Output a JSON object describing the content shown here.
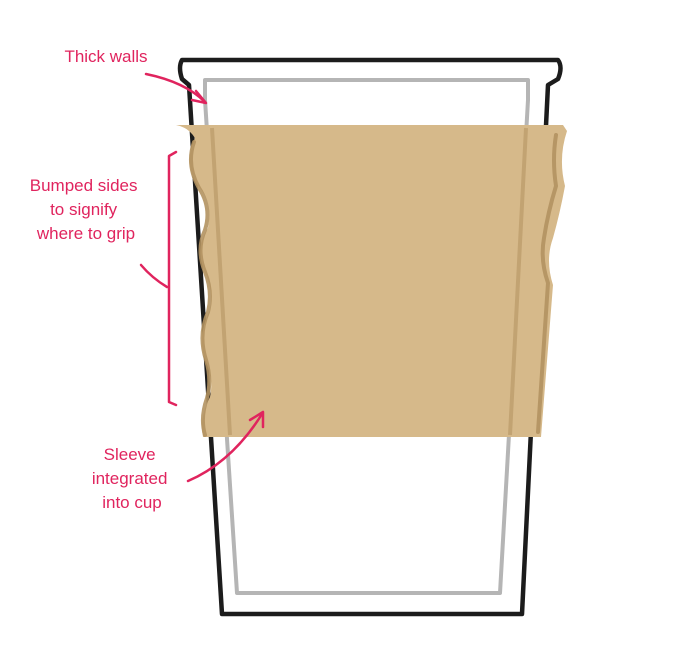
{
  "annotations": {
    "thick_walls": "Thick walls",
    "bumped_sides": [
      "Bumped sides",
      "to signify",
      "where to grip"
    ],
    "sleeve_integrated": [
      "Sleeve",
      "integrated",
      "into cup"
    ]
  },
  "colors": {
    "annotation": "#e0245e",
    "cup_outline": "#1c1c1c",
    "inner_wall": "#b5b5b5",
    "sleeve": "#d6b98a",
    "sleeve_shadow": "#b39260",
    "background": "#ffffff"
  }
}
